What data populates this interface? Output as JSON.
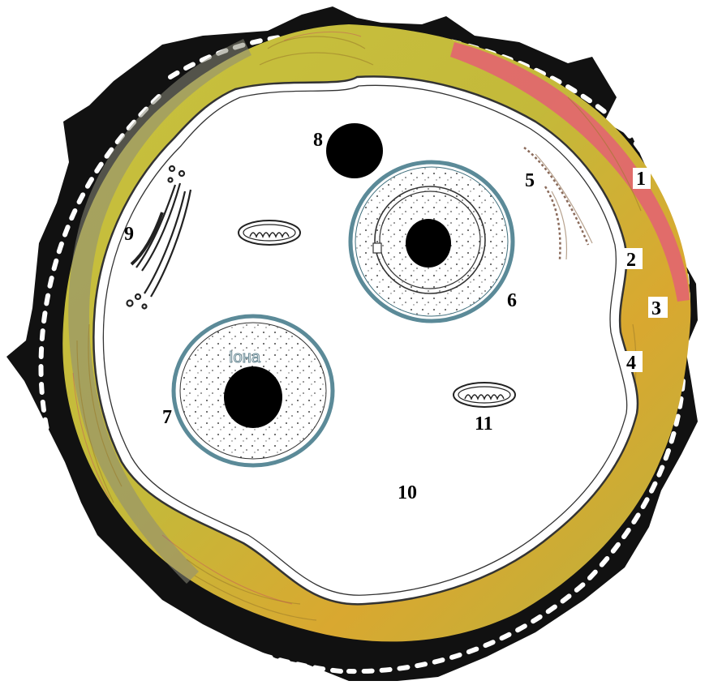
{
  "labels": {
    "l1": "1",
    "l2": "2",
    "l3": "3",
    "l4": "4",
    "l5": "5",
    "l6": "6",
    "l7": "7",
    "l8": "8",
    "l9": "9",
    "l10": "10",
    "l11": "11"
  },
  "nucleus_inscription": "Іона",
  "colors": {
    "outer_layer": "#111111",
    "wall_yellow": "#c9c23f",
    "wall_orange": "#e0a52a",
    "wall_red": "#e0606a",
    "plasmalemma": "#ffffff",
    "nucleus_envelope": "#5b8a98",
    "chromatin": "#000000"
  }
}
